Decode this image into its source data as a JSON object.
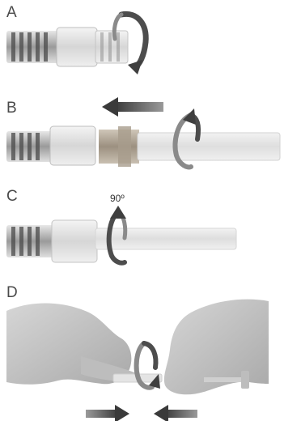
{
  "figure": {
    "steps": [
      {
        "label": "A",
        "description_icons": [
          "syringe-connector",
          "rotate-clockwise-arrow"
        ]
      },
      {
        "label": "B",
        "description_icons": [
          "syringe-connector",
          "needle-cap",
          "pull-left-arrow",
          "rotate-arrow"
        ]
      },
      {
        "label": "C",
        "description_icons": [
          "syringe-connector",
          "needle",
          "rotate-arrow"
        ],
        "angle": "90º"
      },
      {
        "label": "D",
        "description_icons": [
          "gloved-hands",
          "rotate-arrow",
          "push-together-arrows"
        ]
      }
    ]
  },
  "colors": {
    "arrow": "#555555",
    "glove": "#c9c9c9",
    "barrel": "#dcdcdc",
    "thread": "#6a6a6a",
    "cap": "#a59a8a"
  }
}
